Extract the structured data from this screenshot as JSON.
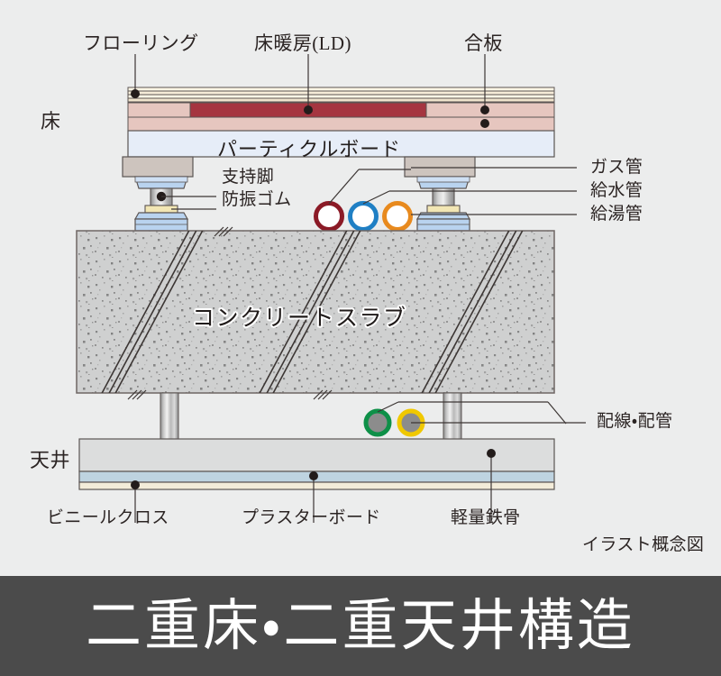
{
  "banner": {
    "title": "二重床・二重天井構造",
    "bg_color": "#4b4b4b",
    "text_color": "#ffffff"
  },
  "page": {
    "background": "#eceded",
    "note": "イラスト概念図"
  },
  "edge_labels": {
    "floor": "床",
    "ceiling": "天井"
  },
  "top_labels": [
    {
      "text": "フローリング"
    },
    {
      "text": "床暖房(LD)"
    },
    {
      "text": "合板"
    }
  ],
  "inline_labels": {
    "particle_board": "パーティクルボード",
    "concrete_slab": "コンクリートスラブ"
  },
  "left_callouts": [
    {
      "text": "支持脚"
    },
    {
      "text": "防振ゴム"
    }
  ],
  "right_callouts": [
    {
      "text": "ガス管",
      "color": "#8b1a26"
    },
    {
      "text": "給水管",
      "color": "#1f7fc4"
    },
    {
      "text": "給湯管",
      "color": "#e88a1e"
    }
  ],
  "wiring_callout": {
    "text": "配線・配管"
  },
  "bottom_labels": [
    {
      "text": "ビニールクロス"
    },
    {
      "text": "プラスターボード"
    },
    {
      "text": "軽量鉄骨"
    }
  ],
  "colors": {
    "flooring_stripe_light": "#fdf6e6",
    "flooring_stripe_dark": "#6a5b4e",
    "underlay_pink": "#e6c6bf",
    "heating_red": "#a53540",
    "particle_board_blue": "#e6edf8",
    "slab_gray": "#cfd0d0",
    "leg_plate_taupe": "#cdc4be",
    "leg_blue": "#b9d3ef",
    "leg_cylinder": "#a9a9a9",
    "rubber_cream": "#f2e6b4",
    "ceiling_gray": "#dcdddd",
    "ceiling_blue": "#bed3e0",
    "ceiling_cream": "#f3ecd9",
    "rod_metal": "#bdbdbd",
    "outline": "#5b5553"
  },
  "pipes_upper": [
    {
      "name": "gas-pipe",
      "stroke": "#8b1a26",
      "fill": "#ffffff"
    },
    {
      "name": "water-supply-pipe",
      "stroke": "#1f7fc4",
      "fill": "#ffffff"
    },
    {
      "name": "hot-water-pipe",
      "stroke": "#e88a1e",
      "fill": "#ffffff"
    }
  ],
  "pipes_lower": [
    {
      "name": "wiring-conduit-green",
      "stroke": "#0e9048",
      "fill": "#8c8c8c"
    },
    {
      "name": "wiring-conduit-yellow",
      "stroke": "#f0c800",
      "fill": "#8c8c8c"
    }
  ]
}
